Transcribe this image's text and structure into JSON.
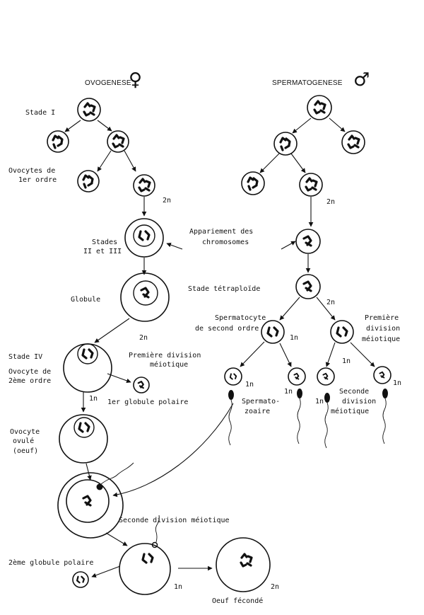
{
  "header": {
    "ovogenese": "OVOGENESE",
    "spermatogenese": "SPERMATOGENESE",
    "female_symbol": "♀",
    "male_symbol": "♂"
  },
  "labels": {
    "stade_i": "Stade I",
    "ovocytes_1": "Ovocytes de",
    "ovocytes_2": "1er ordre",
    "stades_1": "Stades",
    "stades_2": "II et III",
    "appariement_1": "Appariement des",
    "appariement_2": "chromosomes",
    "globule": "Globule",
    "stade_tetraploide": "Stade tétraploïde",
    "spermatocyte_1": "Spermatocyte",
    "spermatocyte_2": "de second ordre",
    "premiere_div_right_1": "Première",
    "premiere_div_right_2": "division",
    "premiere_div_right_3": "méiotique",
    "stade_iv": "Stade IV",
    "ovocyte2_1": "Ovocyte de",
    "ovocyte2_2": "2ème ordre",
    "premiere_div_left_1": "Première division",
    "premiere_div_left_2": "méiotique",
    "globule_polaire_1": "1er globule polaire",
    "spermatozoaire_1": "Spermato-",
    "spermatozoaire_2": "zoaire",
    "seconde_div_right_1": "Seconde",
    "seconde_div_right_2": "division",
    "seconde_div_right_3": "méiotique",
    "ovocyte_ovule_1": "Ovocyte",
    "ovocyte_ovule_2": "ovulé",
    "ovocyte_ovule_3": "(oeuf)",
    "seconde_div_center": "Seconde division méiotique",
    "globule_polaire_2": "2ème globule polaire",
    "oeuf_feconde": "Oeuf fécondé"
  },
  "ploidy": {
    "2n": "2n",
    "1n": "1n"
  }
}
